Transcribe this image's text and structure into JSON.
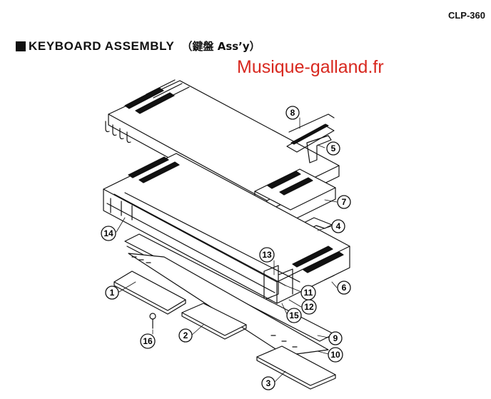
{
  "model": "CLP-360",
  "title": {
    "main": "KEYBOARD ASSEMBLY",
    "sub": "（鍵盤 Ass’y）"
  },
  "watermark": "Musique-galland.fr",
  "callouts": [
    "1",
    "2",
    "3",
    "4",
    "5",
    "6",
    "7",
    "8",
    "9",
    "10",
    "11",
    "12",
    "13",
    "14",
    "15",
    "16"
  ],
  "colors": {
    "ink": "#111111",
    "watermark": "#d8281f"
  }
}
